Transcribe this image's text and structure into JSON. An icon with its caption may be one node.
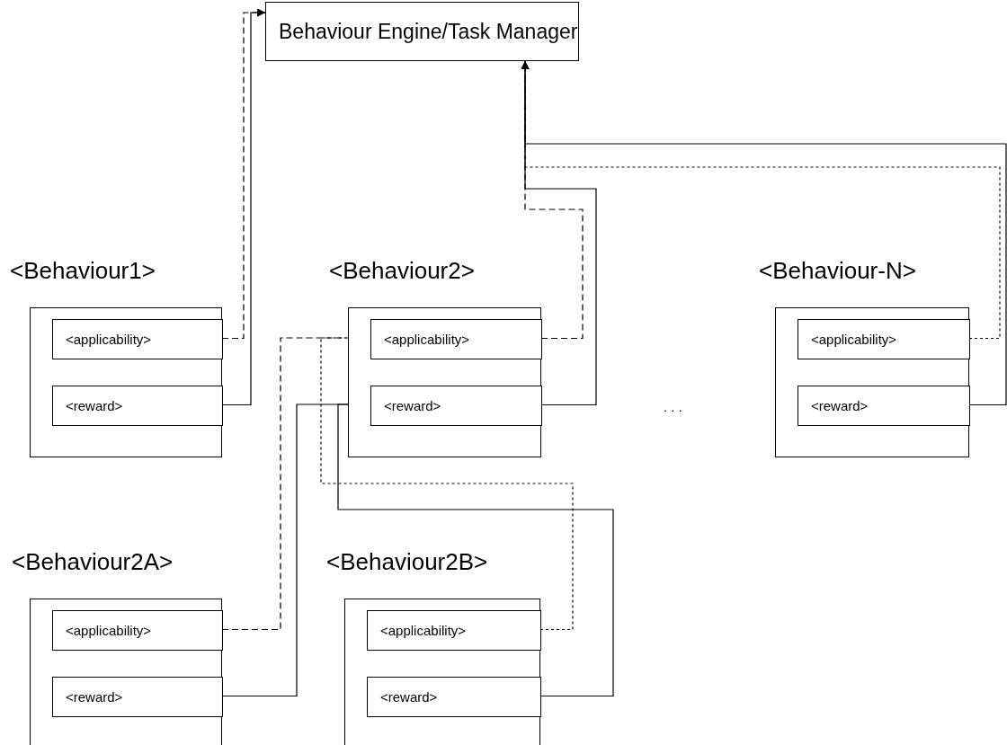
{
  "diagram": {
    "nodes": [
      {
        "text": [
          "Behaviour Engine/Task Manager"
        ]
      },
      {
        "text": [
          "<Behaviour1>"
        ]
      },
      {
        "text": [
          "<applicability>"
        ],
        "in": 1
      },
      {
        "text": [
          "<reward>"
        ],
        "in": 1
      },
      {
        "text": [
          "<Behaviour2>"
        ]
      },
      {
        "text": [
          "<applicability>"
        ],
        "in": 4
      },
      {
        "text": [
          "<reward>"
        ],
        "in": 4
      },
      {
        "text": [
          "<Behaviour-N>"
        ]
      },
      {
        "text": [
          "<applicability>"
        ],
        "in": 7
      },
      {
        "text": [
          "<reward>"
        ],
        "in": 7
      },
      {
        "text": [
          "<Behaviour2A>"
        ]
      },
      {
        "text": [
          "<applicability>"
        ],
        "in": 10
      },
      {
        "text": [
          "<reward>"
        ],
        "in": 10
      },
      {
        "text": [
          "<Behaviour2B>"
        ]
      },
      {
        "text": [
          "<applicability>"
        ],
        "in": 13
      },
      {
        "text": [
          "<reward>"
        ],
        "in": 13
      }
    ],
    "edges": [
      {
        "from": 2,
        "to": 0,
        "arrow": "to",
        "style": "dashed"
      },
      {
        "from": 3,
        "to": 0,
        "arrow": "to"
      },
      {
        "from": 5,
        "to": 0,
        "arrow": "to",
        "style": "dashed"
      },
      {
        "from": 6,
        "to": 0,
        "arrow": "to"
      },
      {
        "from": 8,
        "to": 0,
        "arrow": "to",
        "style": "dashed"
      },
      {
        "from": 9,
        "to": 0,
        "arrow": "to"
      },
      {
        "from": 11,
        "to": 5,
        "arrow": "to",
        "style": "dashed"
      },
      {
        "from": 12,
        "to": 6,
        "arrow": "to"
      },
      {
        "from": 14,
        "to": 5,
        "arrow": "to",
        "style": "dashed"
      },
      {
        "from": 15,
        "to": 6,
        "arrow": "to"
      }
    ],
    "labels": [
      ". . ."
    ]
  }
}
